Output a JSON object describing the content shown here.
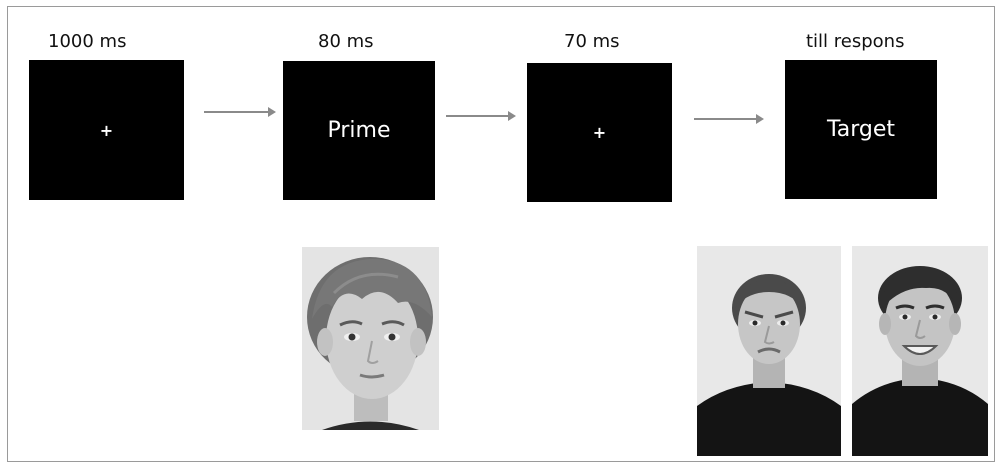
{
  "stages": [
    {
      "timing": "1000 ms",
      "screen_text": "+",
      "icon": "fixation-cross"
    },
    {
      "timing": "80 ms",
      "screen_text": "Prime"
    },
    {
      "timing": "70 ms",
      "screen_text": "+",
      "icon": "fixation-cross"
    },
    {
      "timing": "till respons",
      "screen_text": "Target"
    }
  ],
  "icons": {
    "arrow": "arrow-right-icon"
  },
  "photos": {
    "prime": {
      "icon": "child-face-neutral-photo"
    },
    "targets": [
      {
        "icon": "woman-face-angry-photo"
      },
      {
        "icon": "man-face-happy-photo"
      }
    ]
  },
  "colors": {
    "screen": "#000000",
    "screen_text": "#ffffff",
    "arrow": "#8a8a8a",
    "border": "#9a9a9a"
  }
}
